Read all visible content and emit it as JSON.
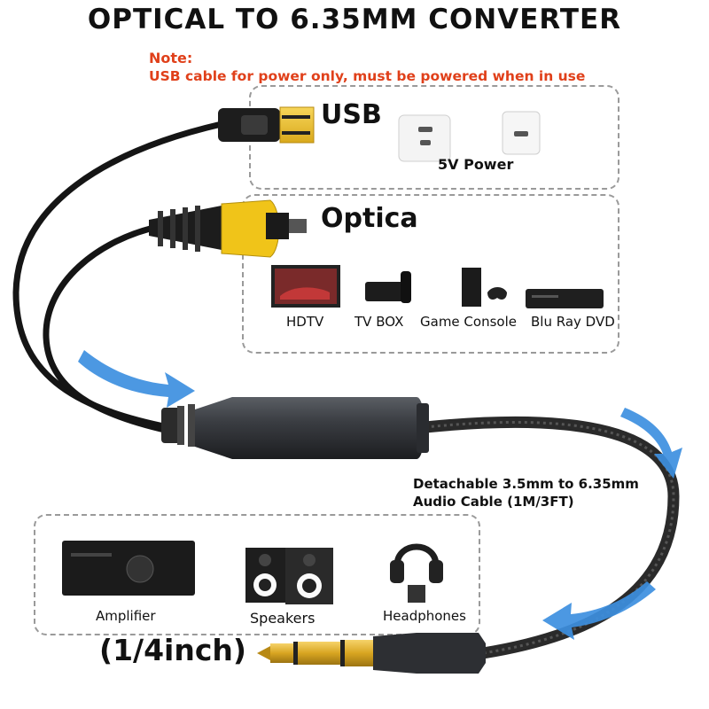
{
  "title": "OPTICAL TO 6.35MM CONVERTER",
  "note": {
    "heading": "Note:",
    "text": "USB cable for power only, must be powered when in use"
  },
  "usb": {
    "label": "USB",
    "power_label": "5V Power"
  },
  "optical": {
    "label": "Optica",
    "devices": [
      "HDTV",
      "TV BOX",
      "Game Console",
      "Blu Ray DVD"
    ]
  },
  "cable": {
    "line1": "Detachable 3.5mm to 6.35mm",
    "line2": "Audio Cable (1M/3FT)"
  },
  "outputs": {
    "devices": [
      "Amplifier",
      "Speakers",
      "Headphones"
    ],
    "plug_label": "(1/4inch)"
  },
  "colors": {
    "note": "#e0401a",
    "arrow": "#3d8fe0",
    "plug_gold": "#d8a521",
    "optical_yellow": "#f0c419"
  }
}
